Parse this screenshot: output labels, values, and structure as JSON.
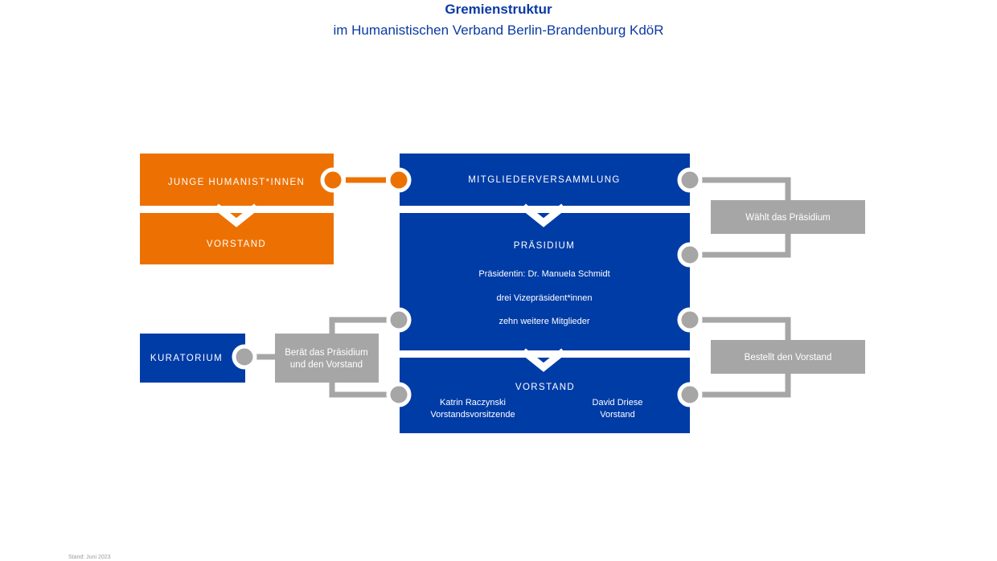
{
  "title": "Gremienstruktur",
  "subtitle": "im Humanistischen Verband Berlin-Brandenburg KdöR",
  "colors": {
    "blue": "#003ca6",
    "orange": "#ed7102",
    "grey": "#a6a6a6",
    "white": "#ffffff"
  },
  "boxes": {
    "junge": "JUNGE HUMANIST*INNEN",
    "junge_vorstand": "VORSTAND",
    "mv": "MITGLIEDERVERSAMMLUNG",
    "praesidium": {
      "label": "PRÄSIDIUM",
      "line1": "Präsidentin: Dr. Manuela Schmidt",
      "line2": "drei Vizepräsident*innen",
      "line3": "zehn weitere Mitglieder"
    },
    "vorstand": {
      "label": "VORSTAND",
      "person1_name": "Katrin Raczynski",
      "person1_role": "Vorstandsvorsitzende",
      "person2_name": "David Driese",
      "person2_role": "Vorstand"
    },
    "kuratorium": "KURATORIUM"
  },
  "relations": {
    "waehlt": "Wählt das Präsidium",
    "bestellt": "Bestellt den Vorstand",
    "beraet_line1": "Berät das Präsidium",
    "beraet_line2": "und den Vorstand"
  },
  "footer": "Stand: Juni 2023"
}
